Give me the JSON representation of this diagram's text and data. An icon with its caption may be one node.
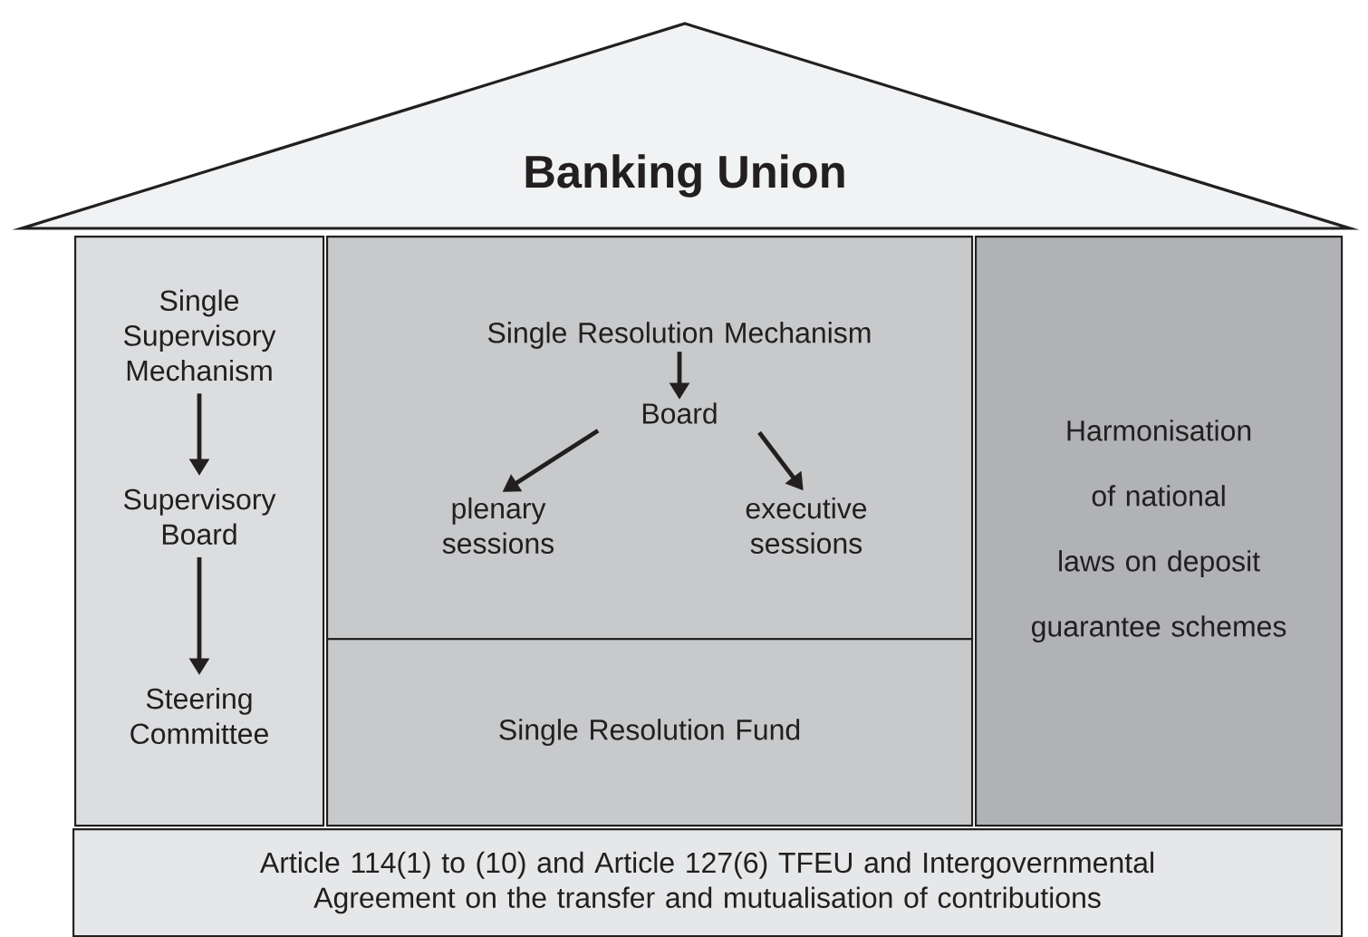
{
  "diagram": {
    "nodes": [
      {
        "text": [
          "Banking Union"
        ]
      },
      {
        "text": [],
        "shape": "box"
      },
      {
        "text": [
          "Single Supervisory Mechanism"
        ],
        "in": 1
      },
      {
        "text": [
          "Supervisory Board"
        ],
        "in": 1
      },
      {
        "text": [
          "Steering Committee"
        ],
        "in": 1
      },
      {
        "text": [],
        "shape": "box"
      },
      {
        "text": [
          "Single Resolution Mechanism"
        ],
        "in": 5
      },
      {
        "text": [
          "Board"
        ],
        "in": 5
      },
      {
        "text": [
          "plenary sessions"
        ],
        "in": 5
      },
      {
        "text": [
          "executive sessions"
        ],
        "in": 5
      },
      {
        "text": [
          "Single Resolution Fund"
        ]
      },
      {
        "text": [
          "Harmonisation of national laws on deposit guarantee schemes"
        ]
      },
      {
        "text": [
          "Article 114(1) to (10) and Article 127(6) TFEU and Intergovernmental Agreement on the transfer and mutualisation of contributions"
        ]
      }
    ],
    "edges": [
      {
        "from": 2,
        "to": 3,
        "arrow": "to"
      },
      {
        "from": 3,
        "to": 4,
        "arrow": "to"
      },
      {
        "from": 6,
        "to": 7,
        "arrow": "to"
      },
      {
        "from": 7,
        "to": 8,
        "arrow": "to"
      },
      {
        "from": 7,
        "to": 9,
        "arrow": "to"
      }
    ]
  }
}
